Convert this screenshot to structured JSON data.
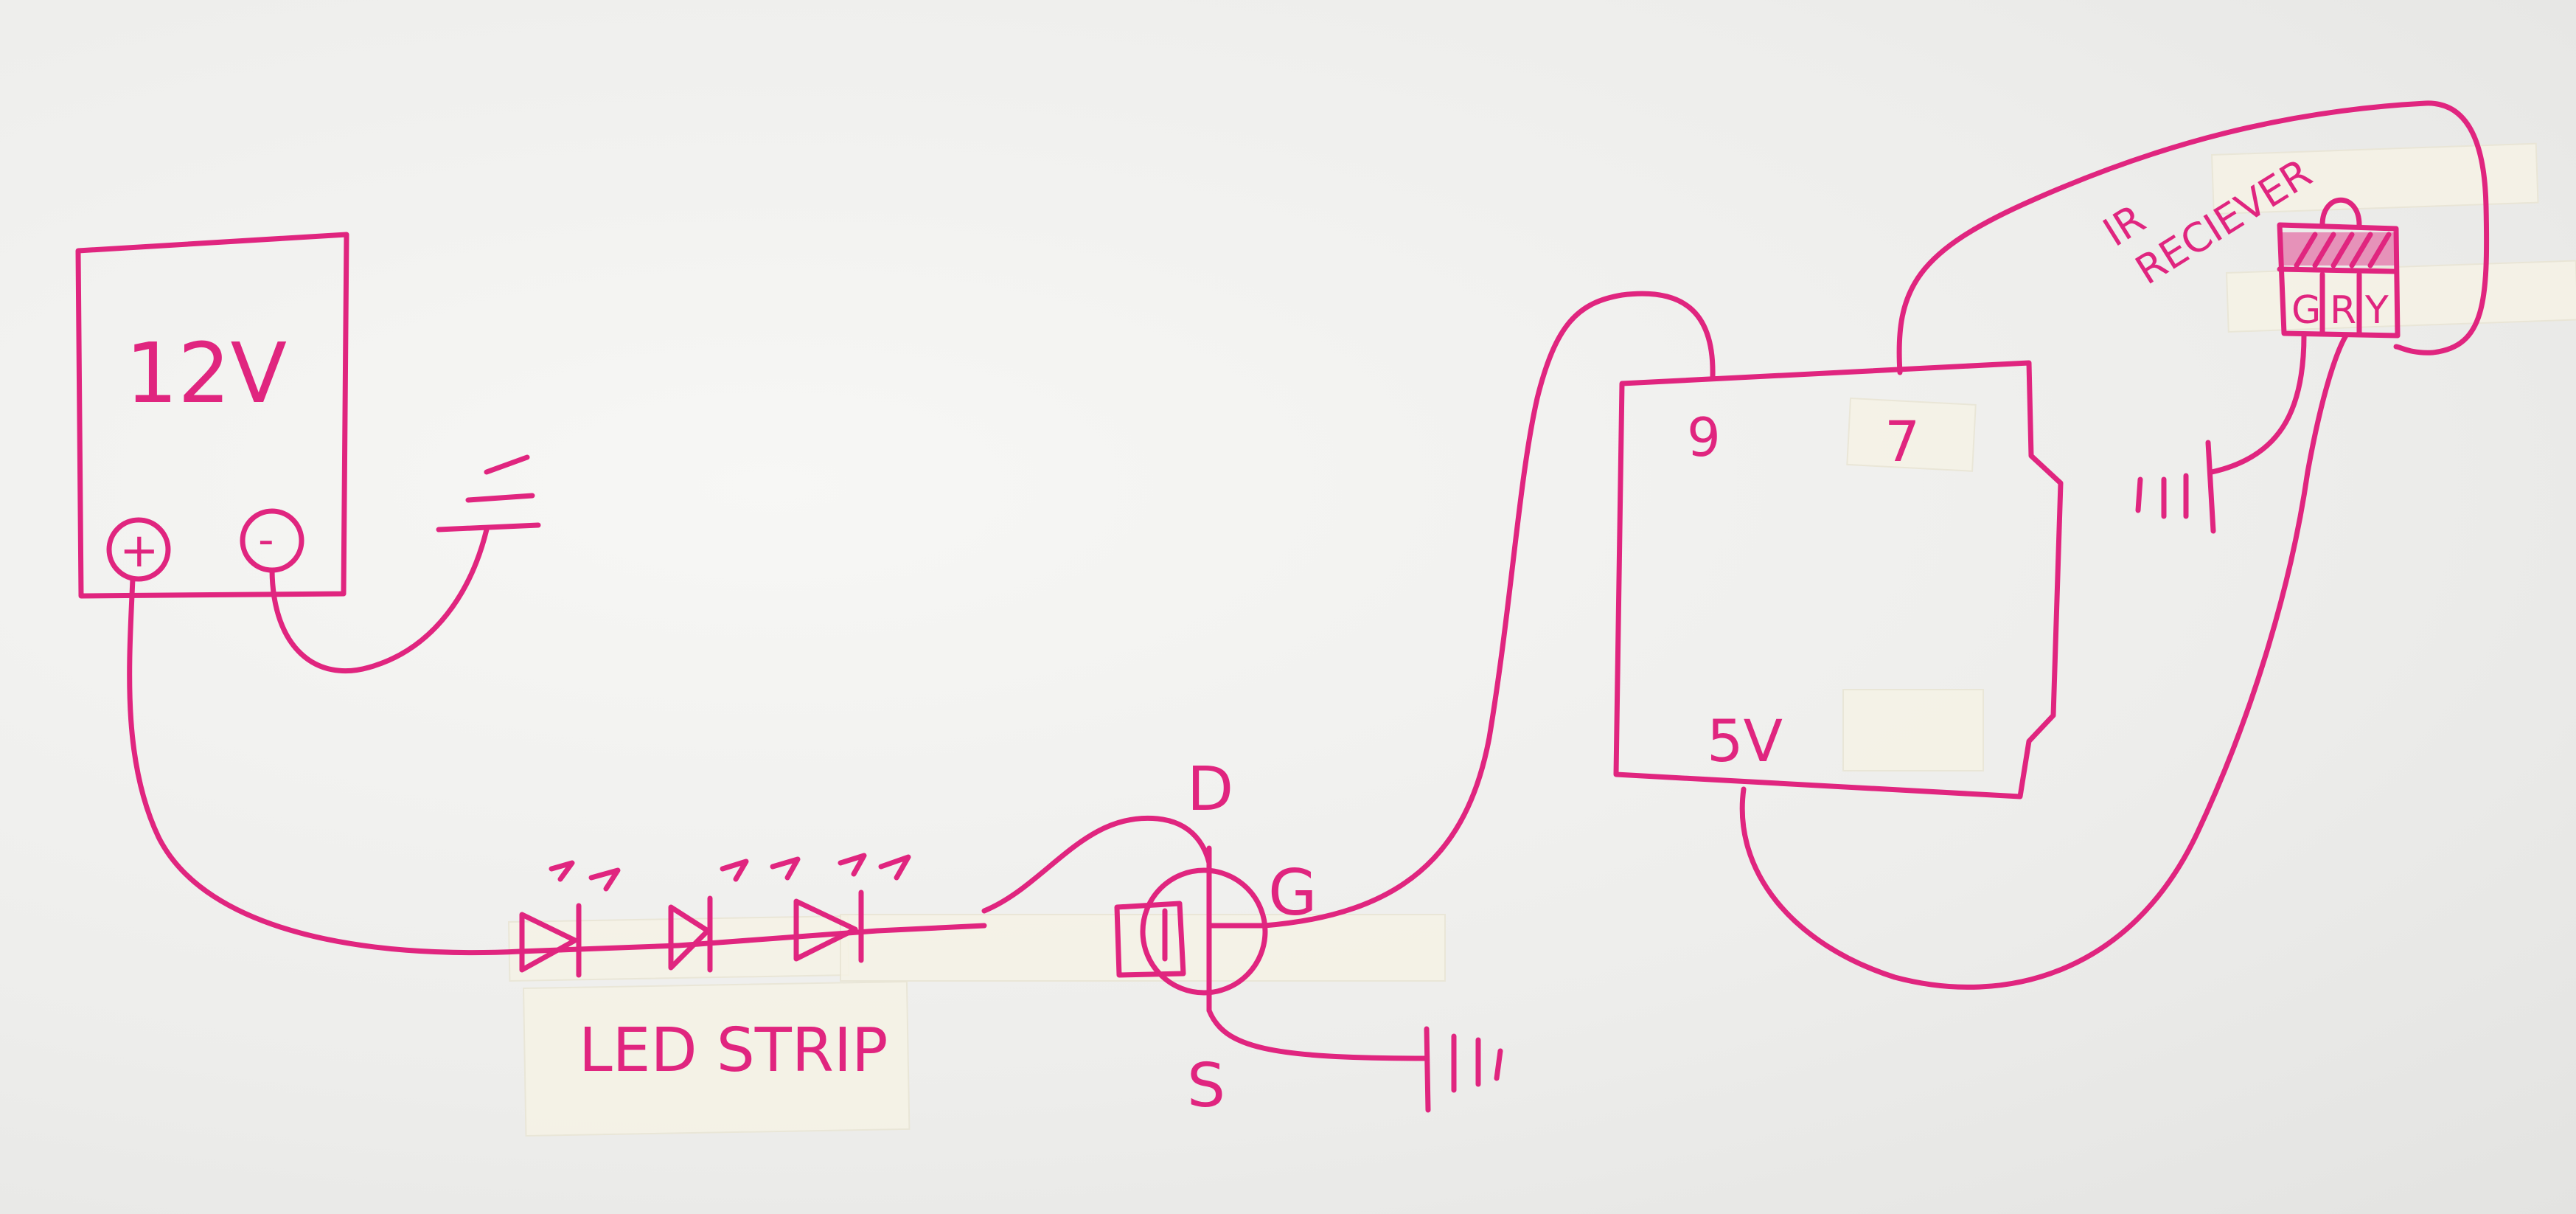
{
  "colors": {
    "ink": "#e0257f",
    "paper": "#efefed",
    "tape": "#f6f3e6"
  },
  "labels": {
    "power_supply": "12V",
    "plus_terminal": "+",
    "minus_terminal": "-",
    "led_strip": "LED STRIP",
    "drain": "D",
    "gate": "G",
    "source": "S",
    "pin_9": "9",
    "pin_7": "7",
    "pin_5v": "5V",
    "ir_receiver_line1": "IR",
    "ir_receiver_line2": "RECIEVER",
    "ir_pin_g": "G",
    "ir_pin_r": "R",
    "ir_pin_y": "Y"
  }
}
